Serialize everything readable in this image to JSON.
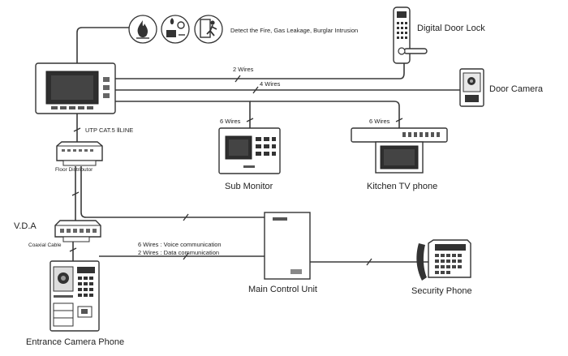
{
  "labels": {
    "detect": "Detect the Fire, Gas Leakage, Burglar Intrusion",
    "digital_door_lock": "Digital Door Lock",
    "door_camera": "Door Camera",
    "two_wires_top": "2 Wires",
    "four_wires": "4 Wires",
    "utp": "UTP CAT.5 ⅡLINE",
    "six_wires_sub": "6 Wires",
    "six_wires_kitchen": "6 Wires",
    "sub_monitor": "Sub Monitor",
    "kitchen_tv_phone": "Kitchen TV phone",
    "floor_distributor": "Floor Distributor",
    "vda": "V.D.A",
    "coaxial": "Coaxial Cable",
    "voice": "6 Wires : Voice communication",
    "data": "2 Wires : Data communication",
    "main_control_unit": "Main Control Unit",
    "security_phone": "Security Phone",
    "entrance_camera_phone": "Entrance Camera Phone"
  },
  "icons": [
    "fire-icon",
    "gas-leak-icon",
    "burglar-icon"
  ]
}
